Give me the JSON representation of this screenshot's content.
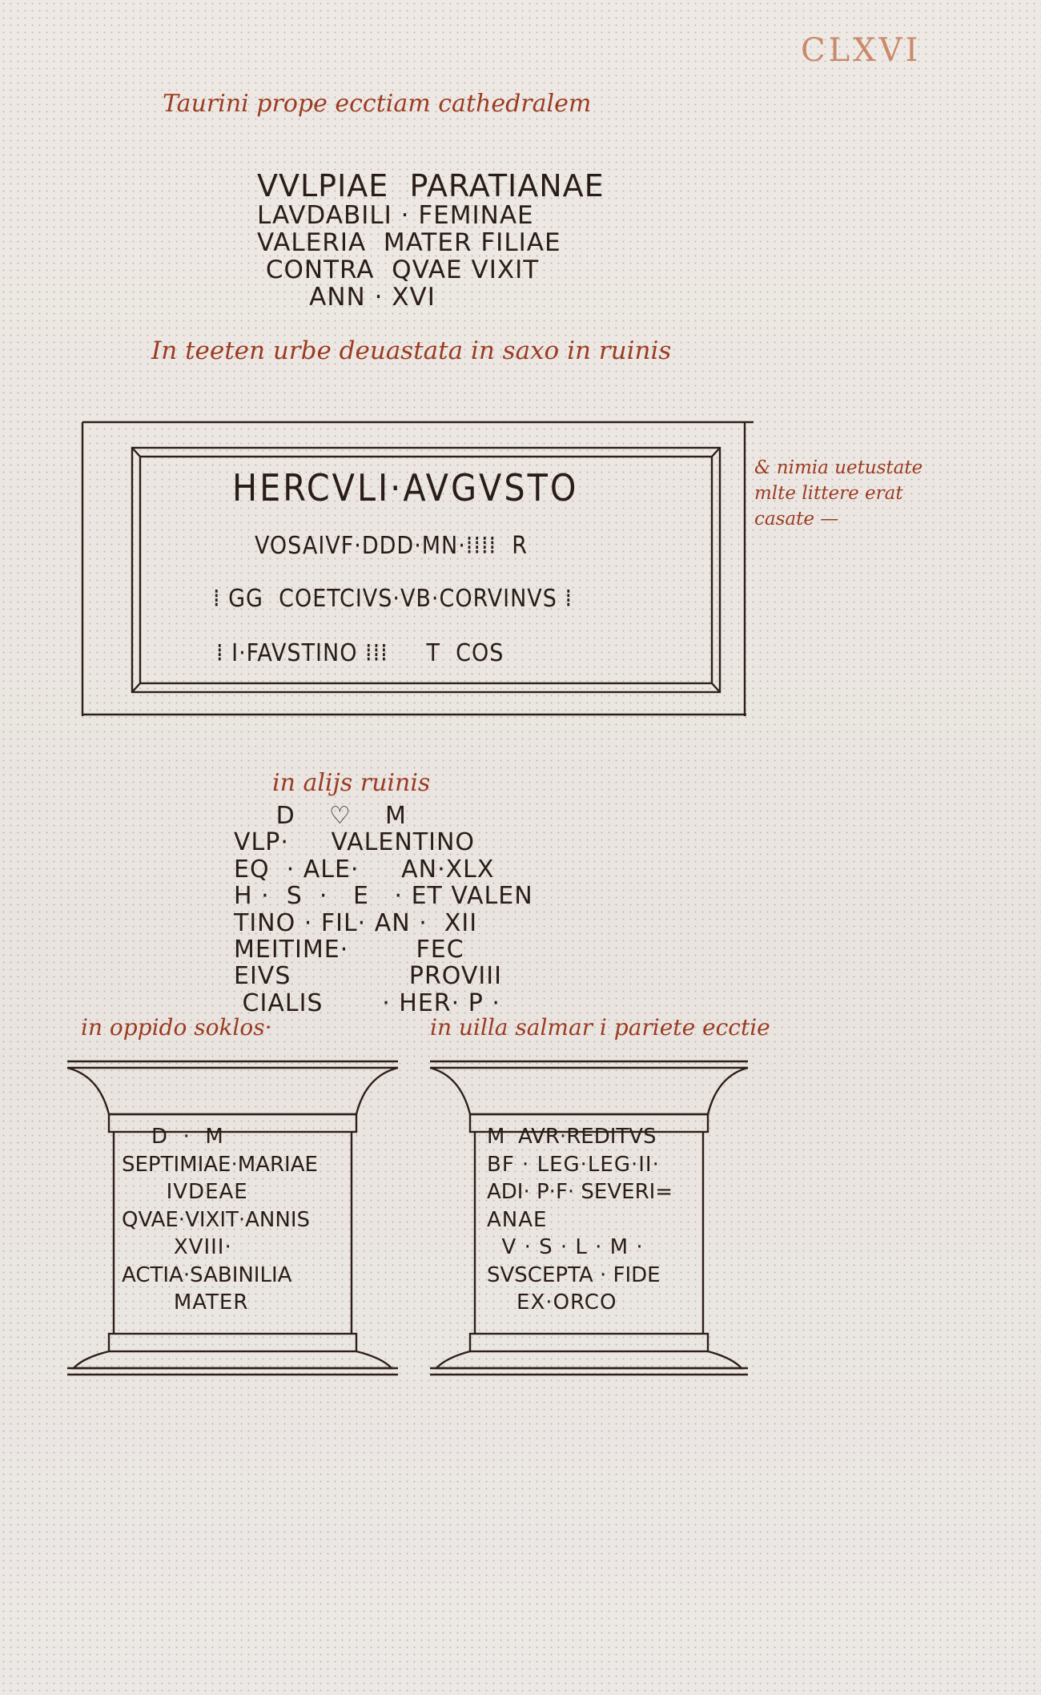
{
  "folio": "CLXVI",
  "rubrics": {
    "taurini": "Taurini prope ecctiam cathedralem",
    "teeten": "In teeten urbe deuastata in saxo in ruinis",
    "margin_note": [
      "& nimia uetustate",
      "mlte littere erat",
      "casate —"
    ],
    "alijs": "in alijs ruinis",
    "oppido": "in oppido soklos·",
    "uilla": "in uilla salmar i pariete ecctie"
  },
  "inscription_1": [
    "VVLPIAE  PARATIANAE",
    "LAVDABILI · FEMINAE",
    "VALERIA  MATER FILIAE",
    " CONTRA  QVAE VIXIT",
    "      ANN · XVI"
  ],
  "inscription_2": [
    "HERCVLI·AVGVSTO",
    "VOSAIVF·DDD·MN·⁞⁞⁞⁞  R",
    "⁞ GG  COETCIVS·VB·CORVINVS ⁞",
    "⁞ I·FAVSTINO ⁞⁞⁞     T  COS"
  ],
  "inscription_3": [
    "     D    ♡    M",
    "VLP·     VALENTINO",
    "EQ  · ALE·     AN·XLX",
    "H ·  S  ·   E   · ET VALEN",
    "TINO · FIL· AN ·  XII",
    "MEITIME·        FEC",
    "EIVS              PROVIII",
    " CIALIS       · HER· P ·"
  ],
  "inscription_4": [
    "    D  ·  M",
    "SEPTIMIAE·MARIAE",
    "      IVDEAE",
    "QVAE·VIXIT·ANNIS",
    "       XVIII·",
    "ACTIA·SABINILIA",
    "       MATER"
  ],
  "inscription_5": [
    "M  AVR·REDITVS",
    "BF · LEG·LEG·II·",
    "ADI· P·F· SEVERI=",
    "ANAE",
    "  V · S · L · M ·",
    "SVSCEPTA · FIDE",
    "    EX·ORCO"
  ],
  "colors": {
    "rubric": "#9b3b22",
    "ink": "#2a1c16",
    "folio": "#c98a6a",
    "parchment": "#ebe6e1"
  }
}
